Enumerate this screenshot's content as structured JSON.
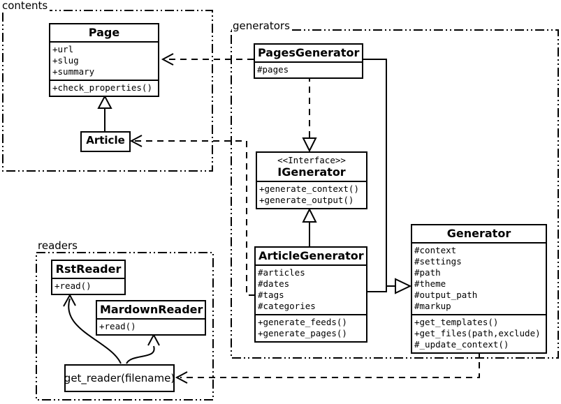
{
  "diagram": {
    "packages": {
      "contents": {
        "label": "contents"
      },
      "generators": {
        "label": "generators"
      },
      "readers": {
        "label": "readers"
      }
    },
    "classes": {
      "page": {
        "title": "Page",
        "attributes": [
          "+url",
          "+slug",
          "+summary"
        ],
        "methods": [
          "+check_properties()"
        ]
      },
      "article": {
        "title": "Article"
      },
      "pages_generator": {
        "title": "PagesGenerator",
        "attributes": [
          "#pages"
        ]
      },
      "igenerator": {
        "stereotype": "<<Interface>>",
        "title": "IGenerator",
        "methods": [
          "+generate_context()",
          "+generate_output()"
        ]
      },
      "article_generator": {
        "title": "ArticleGenerator",
        "attributes": [
          "#articles",
          "#dates",
          "#tags",
          "#categories"
        ],
        "methods": [
          "+generate_feeds()",
          "+generate_pages()"
        ]
      },
      "generator": {
        "title": "Generator",
        "attributes": [
          "#context",
          "#settings",
          "#path",
          "#theme",
          "#output_path",
          "#markup"
        ],
        "methods": [
          "+get_templates()",
          "+get_files(path,exclude)",
          "#_update_context()"
        ]
      },
      "rst_reader": {
        "title": "RstReader",
        "methods": [
          "+read()"
        ]
      },
      "mardown_reader": {
        "title": "MardownReader",
        "methods": [
          "+read()"
        ]
      },
      "get_reader": {
        "label": "get_reader(filename)"
      }
    },
    "colors": {
      "stroke": "#000000",
      "background": "#ffffff"
    }
  }
}
